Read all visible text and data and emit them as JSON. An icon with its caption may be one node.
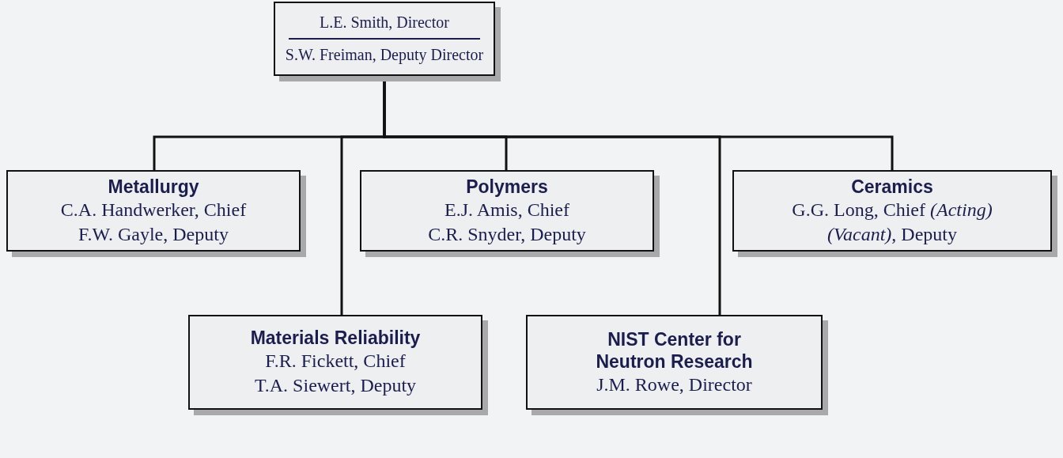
{
  "diagram": {
    "nodes": [
      {
        "text": [
          "L.E. Smith, Director",
          "S.W. Freiman, Deputy Director"
        ]
      },
      {
        "text": [
          "Metallurgy",
          "C.A. Handwerker, Chief",
          "F.W. Gayle, Deputy"
        ]
      },
      {
        "text": [
          "Polymers",
          "E.J. Amis, Chief",
          "C.R. Snyder, Deputy"
        ]
      },
      {
        "text": [
          "Ceramics",
          "G.G. Long, Chief *(Acting)*",
          "*(Vacant)*, Deputy"
        ]
      },
      {
        "text": [
          "Materials Reliability",
          "F.R. Fickett, Chief",
          "T.A. Siewert, Deputy"
        ]
      },
      {
        "text": [
          "NIST Center for Neutron Research",
          "J.M. Rowe, Director"
        ]
      }
    ],
    "edges": [
      {
        "from": 0,
        "to": 1,
        "arrow": "none"
      },
      {
        "from": 0,
        "to": 2,
        "arrow": "none"
      },
      {
        "from": 0,
        "to": 3,
        "arrow": "none"
      },
      {
        "from": 0,
        "to": 4,
        "arrow": "none"
      },
      {
        "from": 0,
        "to": 5,
        "arrow": "none"
      }
    ]
  }
}
